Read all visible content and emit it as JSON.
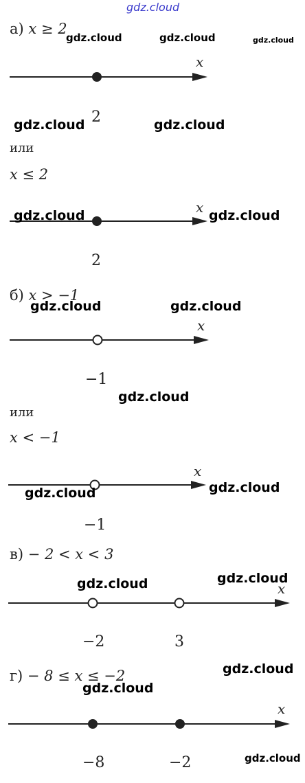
{
  "header_watermark": "gdz.cloud",
  "watermark": "gdz.cloud",
  "parts": {
    "a": {
      "condition_prefix": "а)",
      "condition": "x ≥ 2",
      "axis_var": "x",
      "point_label": "2",
      "or_word": "или",
      "alt_condition": "x ≤ 2",
      "alt_point_label": "2"
    },
    "b": {
      "condition_prefix": "б)",
      "condition": "x > −1",
      "axis_var": "x",
      "point_label": "−1",
      "or_word": "или",
      "alt_condition": "x < −1",
      "alt_point_label": "−1"
    },
    "v": {
      "condition_prefix": "в)",
      "condition": "− 2 < x < 3",
      "axis_var": "x",
      "point_labels": [
        "−2",
        "3"
      ]
    },
    "g": {
      "condition_prefix": "г)",
      "condition": "− 8 ≤ x ≤ −2",
      "axis_var": "x",
      "point_labels": [
        "−8",
        "−2"
      ]
    }
  }
}
